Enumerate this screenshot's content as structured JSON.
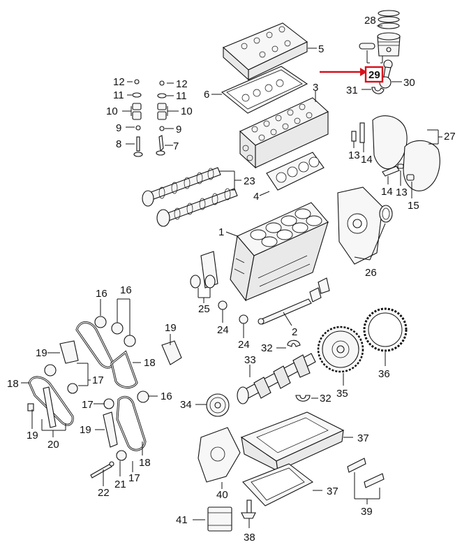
{
  "diagram": {
    "highlight": {
      "color": "#d8101a",
      "part": "29"
    },
    "labels": {
      "l28": "28",
      "l5": "5",
      "l29": "29",
      "l30": "30",
      "l31": "31",
      "l3": "3",
      "l6": "6",
      "l12a": "12",
      "l12b": "12",
      "l11a": "11",
      "l11b": "11",
      "l10a": "10",
      "l10b": "10",
      "l9a": "9",
      "l9b": "9",
      "l8": "8",
      "l7": "7",
      "l27": "27",
      "l13a": "13",
      "l14a": "14",
      "l14b": "14",
      "l13b": "13",
      "l15": "15",
      "l23": "23",
      "l4": "4",
      "l1": "1",
      "l26": "26",
      "l16a": "16",
      "l16b": "16",
      "l19a": "19",
      "l25": "25",
      "l24a": "24",
      "l24b": "24",
      "l2": "2",
      "l19b": "19",
      "l18a": "18",
      "l32a": "32",
      "l33": "33",
      "l36": "36",
      "l18b": "18",
      "l17a": "17",
      "l35": "35",
      "l34": "34",
      "l17b": "17",
      "l16c": "16",
      "l32b": "32",
      "l19c": "19",
      "l20": "20",
      "l18c": "18",
      "l21": "21",
      "l17c": "17",
      "l22": "22",
      "l37a": "37",
      "l37b": "37",
      "l40": "40",
      "l39": "39",
      "l41": "41",
      "l38": "38"
    }
  }
}
